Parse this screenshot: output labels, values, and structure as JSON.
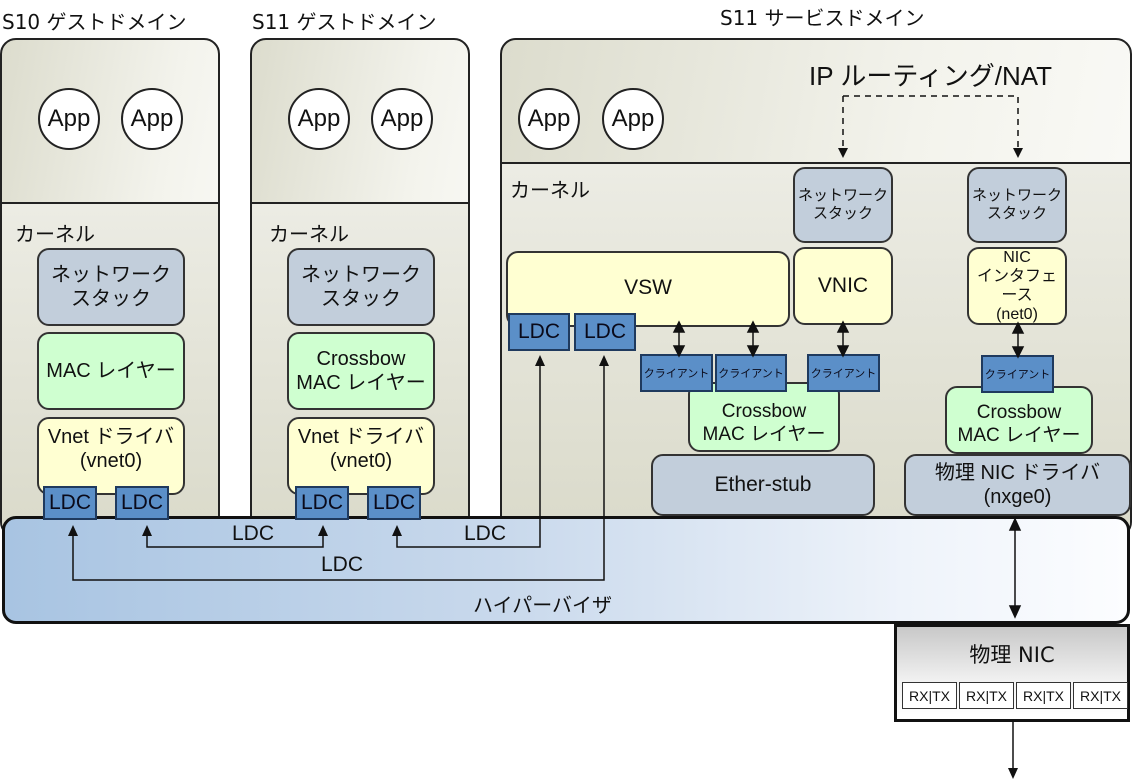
{
  "titles": {
    "s10_guest": "S10 ゲストドメイン",
    "s11_guest": "S11 ゲストドメイン",
    "s11_service": "S11 サービスドメイン"
  },
  "common": {
    "app": "App",
    "kernel": "カーネル",
    "network_stack": "ネットワーク\nスタック",
    "ldc": "LDC",
    "client": "クライアント"
  },
  "s10_guest": {
    "mac_layer": "MAC レイヤー",
    "driver": "Vnet ドライバ\n(vnet0)"
  },
  "s11_guest": {
    "mac_layer": "Crossbow\nMAC レイヤー",
    "driver": "Vnet ドライバ\n(vnet0)"
  },
  "s11_service": {
    "ip_routing": "IP ルーティング/NAT",
    "vsw": "VSW",
    "vnic": "VNIC",
    "nic_interface": "NIC\nインタフェース\n(net0)",
    "crossbow_mac_left": "Crossbow\nMAC レイヤー",
    "crossbow_mac_right": "Crossbow\nMAC レイヤー",
    "ether_stub": "Ether-stub",
    "physical_driver": "物理 NIC ドライバ\n(nxge0)"
  },
  "hypervisor": {
    "label": "ハイパーバイザ",
    "link_labels": [
      "LDC",
      "LDC",
      "LDC"
    ]
  },
  "physical_nic": {
    "label": "物理 NIC",
    "queues": [
      "RX|TX",
      "RX|TX",
      "RX|TX",
      "RX|TX"
    ]
  }
}
